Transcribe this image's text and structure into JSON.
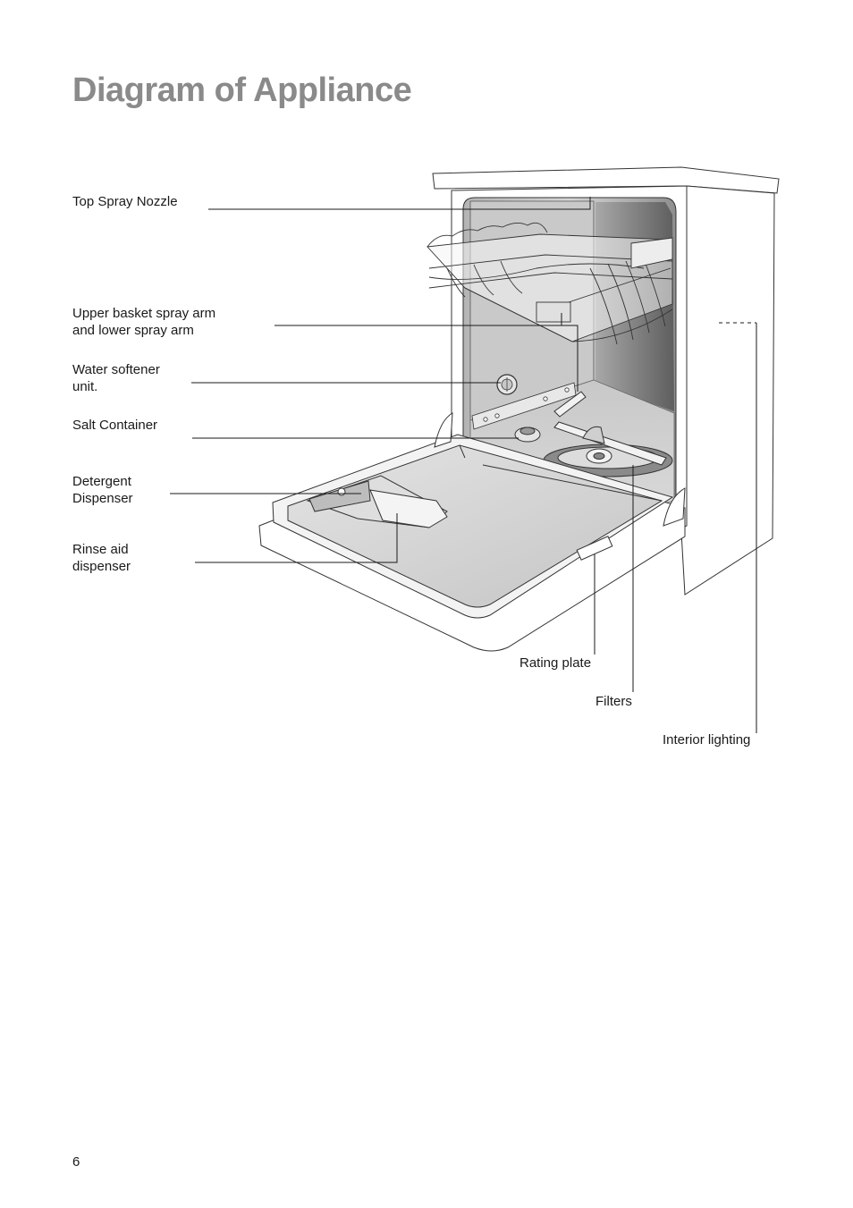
{
  "page": {
    "title": "Diagram of Appliance",
    "page_number": "6"
  },
  "labels": {
    "top_spray_nozzle": "Top Spray Nozzle",
    "spray_arm_line1": "Upper basket spray arm",
    "spray_arm_line2": "and lower spray arm",
    "water_softener_line1": "Water softener",
    "water_softener_line2": "unit.",
    "salt_container": "Salt Container",
    "detergent_line1": "Detergent",
    "detergent_line2": "Dispenser",
    "rinse_aid_line1": "Rinse aid",
    "rinse_aid_line2": "dispenser",
    "rating_plate": "Rating plate",
    "filters": "Filters",
    "interior_lighting": "Interior lighting"
  },
  "colors": {
    "title": "#8a8a8a",
    "interior_gray": "#9a9a9a",
    "outline": "#333333"
  }
}
